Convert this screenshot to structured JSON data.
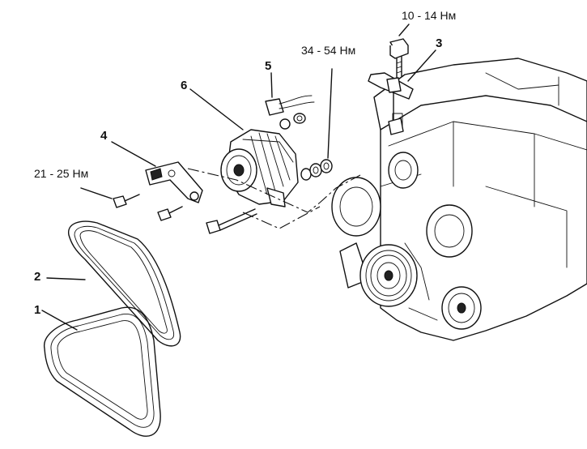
{
  "callouts": {
    "c1": "1",
    "c2": "2",
    "c3": "3",
    "c4": "4",
    "c5": "5",
    "c6": "6"
  },
  "torque": {
    "t_top": "10 - 14 Нм",
    "t_nut": "34 - 54 Нм",
    "t_bolt": "21 - 25 Нм"
  }
}
